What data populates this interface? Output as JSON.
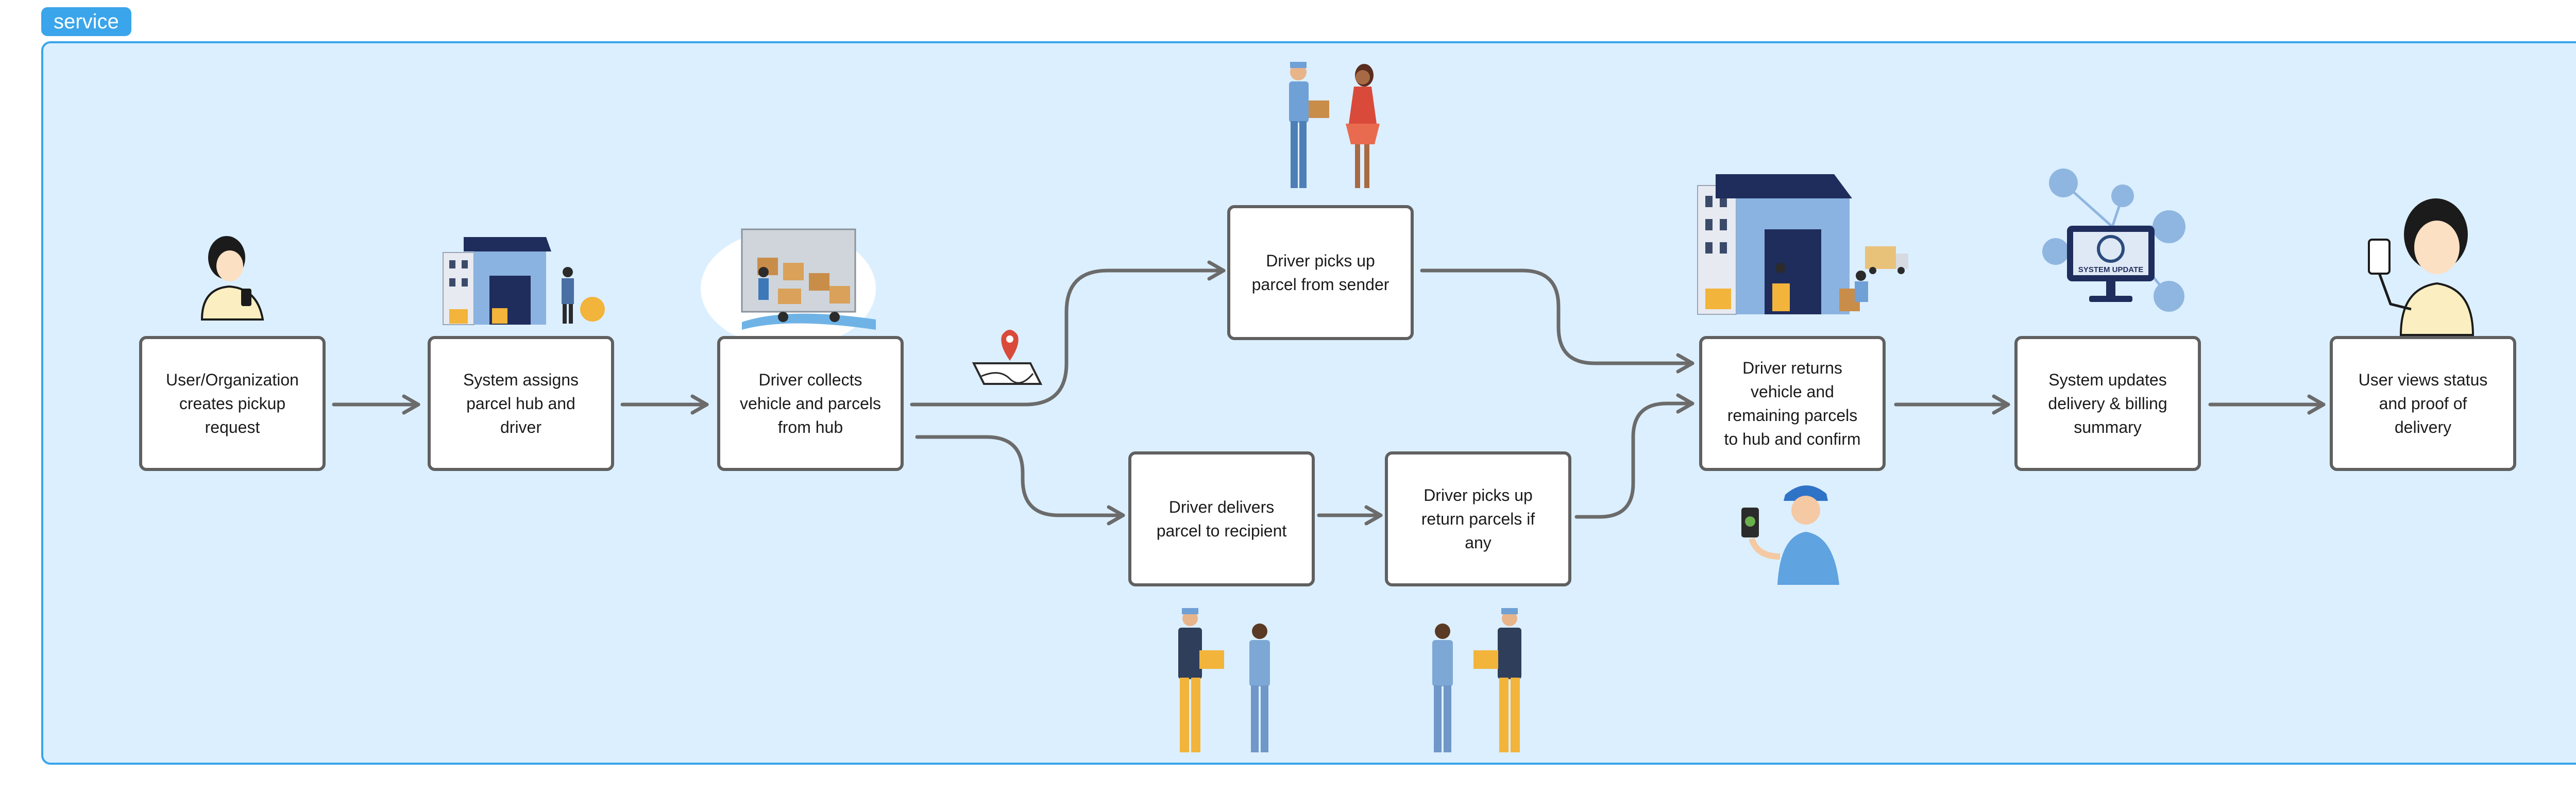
{
  "container": {
    "label": "service"
  },
  "nodes": {
    "create_request": "User/Organization\ncreates pickup\nrequest",
    "assign_hub": "System assigns\nparcel hub and\ndriver",
    "collect": "Driver collects\nvehicle and parcels\nfrom hub",
    "pickup_sender": "Driver picks up\nparcel from sender",
    "deliver": "Driver delivers\nparcel to recipient",
    "pickup_return": "Driver picks up\nreturn parcels if\nany",
    "return_hub": "Driver returns\nvehicle and\nremaining parcels\nto hub and confirm",
    "system_update": "System updates\ndelivery & billing\nsummary",
    "user_views": "User views status\nand proof of\ndelivery"
  },
  "illustrations": {
    "monitor_text": "SYSTEM UPDATE"
  },
  "colors": {
    "accent": "#3aa5ea",
    "canvas": "#dcefff",
    "connector": "#6b6b6b",
    "box_border": "#606060",
    "navy": "#1f2d5c",
    "sky": "#5b9bd5",
    "parcel": "#f2b43a"
  }
}
